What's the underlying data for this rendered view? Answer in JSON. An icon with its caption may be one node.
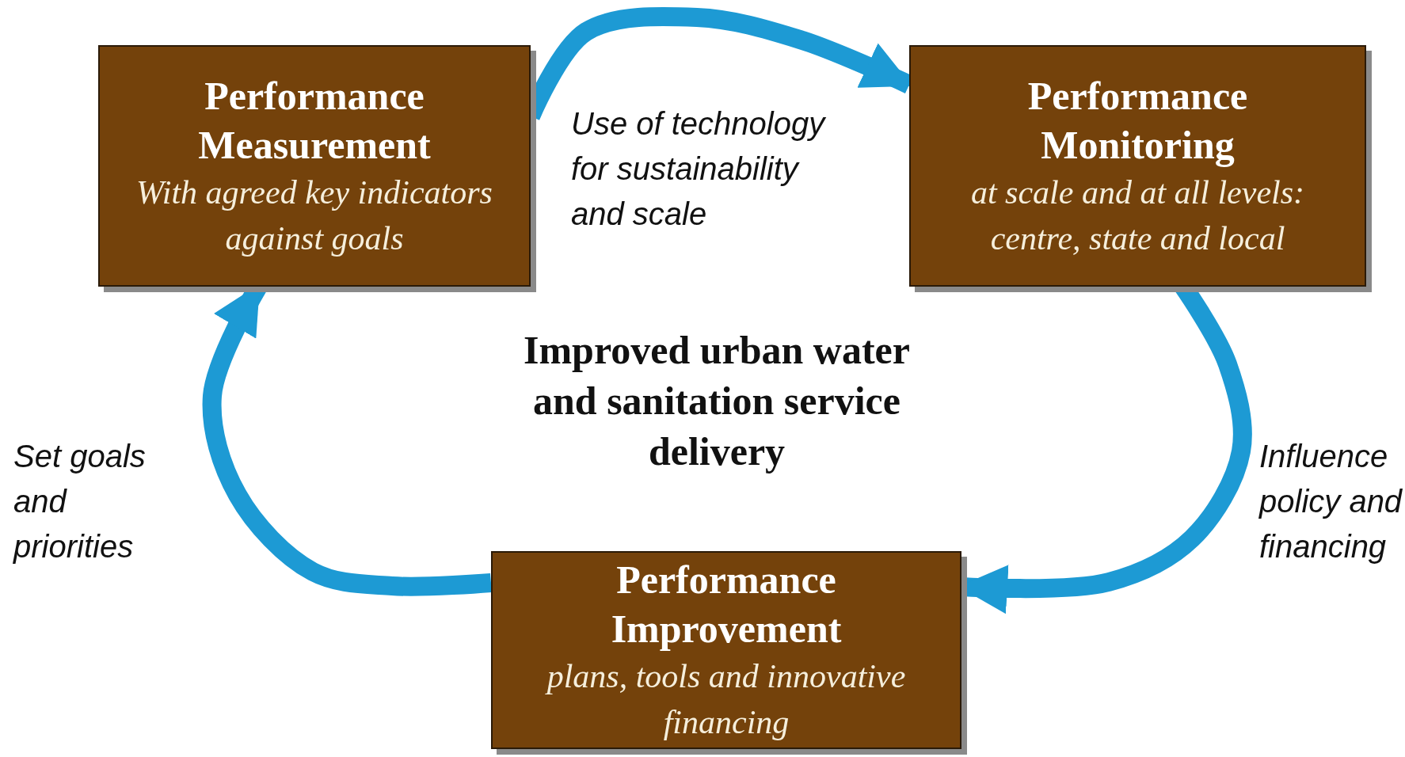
{
  "diagram": {
    "nodes": [
      {
        "text": [
          "Performance Measurement",
          "With agreed key indicators against goals"
        ]
      },
      {
        "text": [
          "Performance Monitoring",
          "at scale and at all levels: centre, state and local"
        ]
      },
      {
        "text": [
          "Performance Improvement",
          "plans, tools and innovative financing"
        ]
      }
    ],
    "edges": [
      {
        "from": 0,
        "to": 1,
        "arrow": "to",
        "label": "Use of technology for sustainability and scale"
      },
      {
        "from": 1,
        "to": 2,
        "arrow": "to",
        "label": "Influence policy and financing"
      },
      {
        "from": 2,
        "to": 0,
        "arrow": "to",
        "label": "Set goals and priorities"
      }
    ],
    "labels": [
      "Improved urban water and sanitation service delivery"
    ]
  }
}
